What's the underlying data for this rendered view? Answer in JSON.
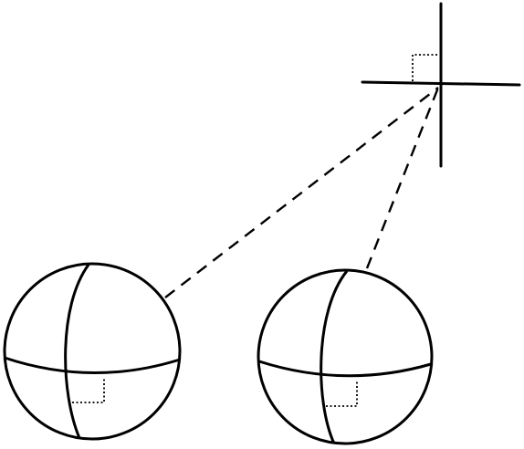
{
  "diagram": {
    "colors": {
      "stroke": "#000000",
      "background": "#ffffff"
    },
    "elements": [
      "perpendicular-lines-cross",
      "right-angle-marker",
      "sphere-left",
      "sphere-right",
      "dashed-projection-lines"
    ]
  }
}
